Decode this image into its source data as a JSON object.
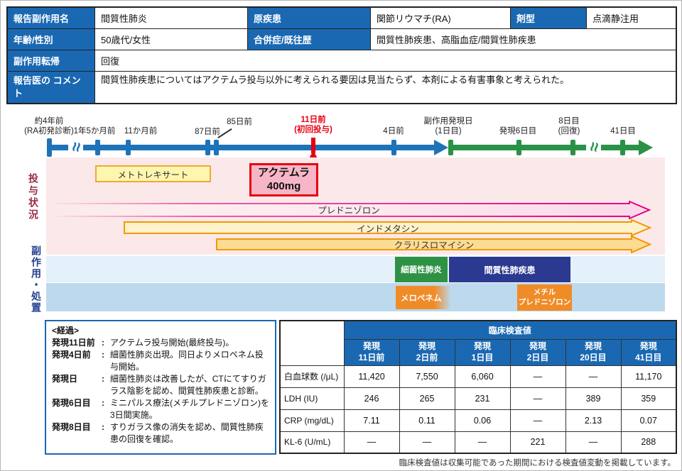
{
  "colors": {
    "table_header_blue": "#1a68b2",
    "timeline_blue": "#1e73b8",
    "timeline_green": "#2a9247",
    "event_green": "#2e9245",
    "event_navy": "#2b3990",
    "treatment_orange": "#f08c28",
    "prednisolone_pink": "#e4007f",
    "highlight_red": "#e60012"
  },
  "summary": {
    "report_adr_label": "報告副作用名",
    "report_adr_value": "間質性肺炎",
    "primary_disease_label": "原疾患",
    "primary_disease_value": "関節リウマチ(RA)",
    "formulation_label": "剤型",
    "formulation_value": "点滴静注用",
    "age_sex_label": "年齢/性別",
    "age_sex_value": "50歳代/女性",
    "complications_label": "合併症/既往歴",
    "complications_value": "間質性肺疾患、高脂血症/間質性肺疾患",
    "outcome_label": "副作用転帰",
    "outcome_value": "回復",
    "comment_label_line1": "報告医の",
    "comment_label_line2": "コメント",
    "comment_value": "間質性肺疾患についてはアクテムラ投与以外に考えられる要因は見当たらず、本剤による有害事象と考えられた。"
  },
  "timeline": {
    "milestones": [
      {
        "line1": "約4年前",
        "line2": "(RA初発診断)"
      },
      {
        "line1": "1年5か月前"
      },
      {
        "line1": "11か月前"
      },
      {
        "line1": "87日前"
      },
      {
        "line1": "85日前"
      },
      {
        "line1": "11日前",
        "line2": "(初回投与)"
      },
      {
        "line1": "4日前"
      },
      {
        "line1": "副作用発現日",
        "line2": "(1日目)"
      },
      {
        "line1": "発現6日目"
      },
      {
        "line1": "8日目",
        "line2": "(回復)"
      },
      {
        "line1": "41日目"
      }
    ]
  },
  "dosing": {
    "section_label": "投与状況",
    "methotrexate_label": "メトトレキサート",
    "actemra_line1": "アクテムラ",
    "actemra_line2": "400mg",
    "prednisolone_label": "プレドニゾロン",
    "indomethacin_label": "インドメタシン",
    "clarithromycin_label": "クラリスロマイシン"
  },
  "events": {
    "section_label": "副作用・処置",
    "bacterial_pneumonia_label": "細菌性肺炎",
    "interstitial_label": "間質性肺疾患",
    "meropenem_label": "メロペネム",
    "methylprednisolone_line1": "メチル",
    "methylprednisolone_line2": "プレドニゾロン"
  },
  "course": {
    "title": "<経過>",
    "colon": ":",
    "entries": [
      {
        "term": "発現11日前",
        "desc": "アクテムラ投与開始(最終投与)。"
      },
      {
        "term": "発現4日前",
        "desc": "細菌性肺炎出現。同日よりメロペネム投与開始。"
      },
      {
        "term": "発現日",
        "desc": "細菌性肺炎は改善したが、CTにてすりガラス陰影を認め、間質性肺疾患と診断。"
      },
      {
        "term": "発現6日目",
        "desc": "ミニパルス療法(メチルプレドニゾロン)を3日間実施。"
      },
      {
        "term": "発現8日目",
        "desc": "すりガラス像の消失を認め、間質性肺疾患の回復を確認。"
      }
    ]
  },
  "labs": {
    "title": "臨床検査値",
    "col_headers": [
      {
        "l1": "発現",
        "l2": "11日前"
      },
      {
        "l1": "発現",
        "l2": "2日前"
      },
      {
        "l1": "発現",
        "l2": "1日目"
      },
      {
        "l1": "発現",
        "l2": "2日目"
      },
      {
        "l1": "発現",
        "l2": "20日目"
      },
      {
        "l1": "発現",
        "l2": "41日目"
      }
    ],
    "rows": [
      {
        "name": "白血球数 (/μL)",
        "values": [
          "11,420",
          "7,550",
          "6,060",
          "―",
          "―",
          "11,170"
        ]
      },
      {
        "name": "LDH (IU)",
        "values": [
          "246",
          "265",
          "231",
          "―",
          "389",
          "359"
        ]
      },
      {
        "name": "CRP (mg/dL)",
        "values": [
          "7.11",
          "0.11",
          "0.06",
          "―",
          "2.13",
          "0.07"
        ]
      },
      {
        "name": "KL-6 (U/mL)",
        "values": [
          "―",
          "―",
          "―",
          "221",
          "―",
          "288"
        ]
      }
    ],
    "footnote": "臨床検査値は収集可能であった期間における検査値変動を掲載しています。"
  }
}
